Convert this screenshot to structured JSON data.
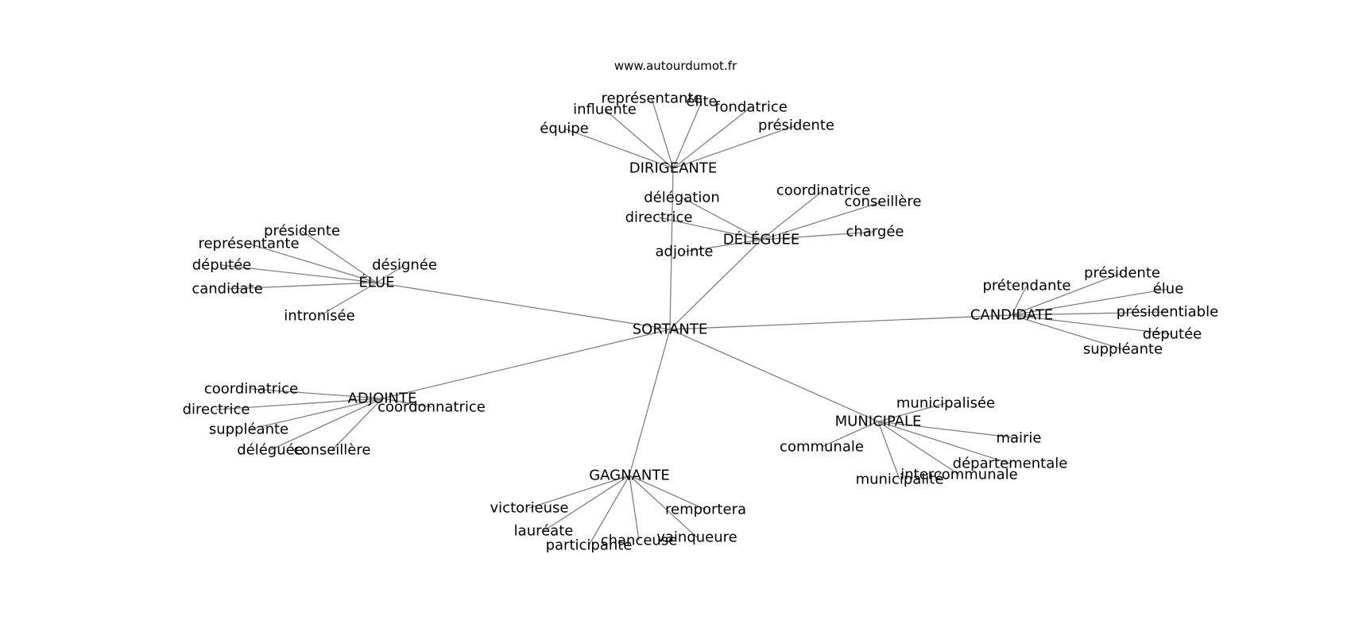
{
  "watermark": "www.autourdumot.fr",
  "center": "SORTANTE",
  "hubs": [
    {
      "id": "dirigeante",
      "label": "DIRIGEANTE",
      "leaves": [
        "équipe",
        "influente",
        "représentante",
        "élite",
        "fondatrice",
        "présidente"
      ]
    },
    {
      "id": "deleguee",
      "label": "DÉLÉGUÉE",
      "leaves": [
        "délégation",
        "coordinatrice",
        "conseillère",
        "directrice",
        "chargée",
        "adjointe"
      ]
    },
    {
      "id": "elue",
      "label": "ÉLUE",
      "leaves": [
        "présidente",
        "représentante",
        "désignée",
        "députée",
        "candidate",
        "intronisée"
      ]
    },
    {
      "id": "candidate",
      "label": "CANDIDATE",
      "leaves": [
        "prétendante",
        "présidente",
        "élue",
        "présidentiable",
        "députée",
        "suppléante"
      ]
    },
    {
      "id": "adjointe",
      "label": "ADJOINTE",
      "leaves": [
        "coordinatrice",
        "directrice",
        "coordonnatrice",
        "suppléante",
        "déléguée",
        "conseillère"
      ]
    },
    {
      "id": "municipale",
      "label": "MUNICIPALE",
      "leaves": [
        "municipalisée",
        "communale",
        "mairie",
        "départementale",
        "intercommunale",
        "municipalité"
      ]
    },
    {
      "id": "gagnante",
      "label": "GAGNANTE",
      "leaves": [
        "victorieuse",
        "remportera",
        "lauréate",
        "vainqueure",
        "chanceuse",
        "participante"
      ]
    }
  ]
}
